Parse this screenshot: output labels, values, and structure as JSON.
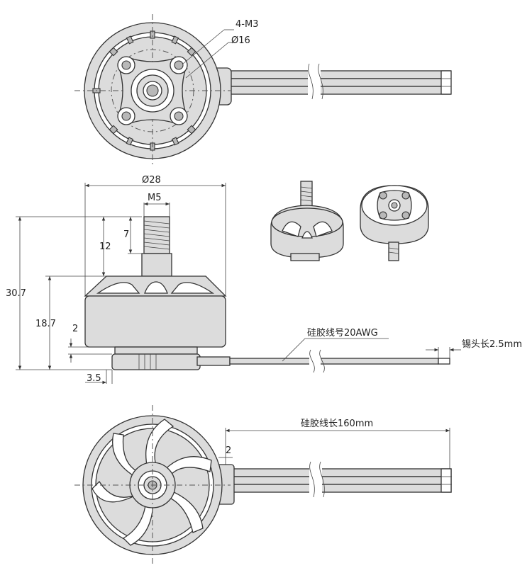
{
  "labels": {
    "holes": "4-M3",
    "hole_circle": "Ø16",
    "diameter": "Ø28",
    "shaft_thread": "M5",
    "thread_length": "7",
    "shaft_length": "12",
    "total_height": "30.7",
    "body_height": "18.7",
    "base_gap": "2",
    "base_offset": "3.5",
    "wire_gauge": "硅胶线号20AWG",
    "tin_tip": "锡头长2.5mm",
    "wire_length": "硅胶线长160mm",
    "wire_offset": "2"
  },
  "colors": {
    "line": "#333333",
    "part_fill": "#dcdcdc",
    "dark_fill": "#b8b8b8"
  }
}
